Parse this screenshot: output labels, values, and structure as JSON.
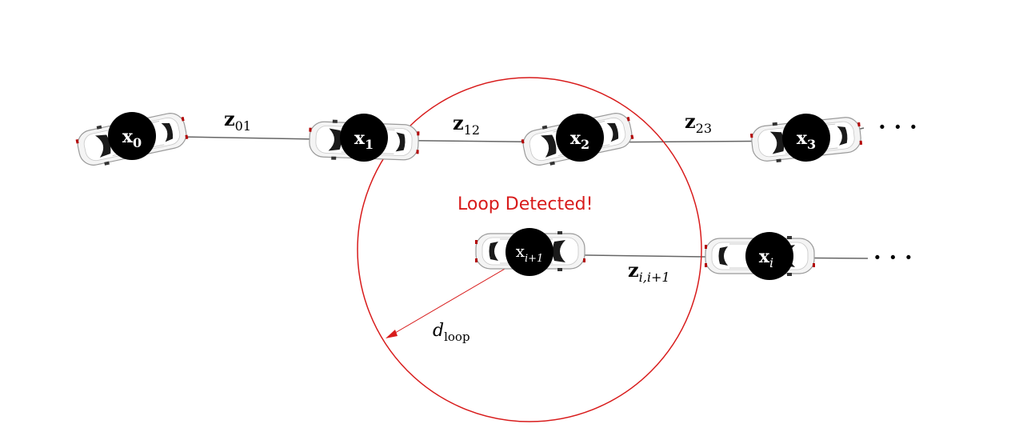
{
  "colors": {
    "background": "#ffffff",
    "edge": "#666666",
    "loop_accent": "#d81b1b",
    "node_fill": "#000000",
    "node_text": "#ffffff",
    "car_body": "#f2f2f2",
    "car_window": "#1a1a1a"
  },
  "loop": {
    "label": "Loop Detected!",
    "radius_label": {
      "main": "d",
      "sub": "loop"
    }
  },
  "nodes": [
    {
      "id": "x0",
      "main": "x",
      "sub": "0"
    },
    {
      "id": "x1",
      "main": "x",
      "sub": "1"
    },
    {
      "id": "x2",
      "main": "x",
      "sub": "2"
    },
    {
      "id": "x3",
      "main": "x",
      "sub": "3"
    },
    {
      "id": "xi1",
      "main": "x",
      "sub": "i+1"
    },
    {
      "id": "xi",
      "main": "x",
      "sub": "i"
    }
  ],
  "edges": [
    {
      "id": "z01",
      "main": "z",
      "sub": "01"
    },
    {
      "id": "z12",
      "main": "z",
      "sub": "12"
    },
    {
      "id": "z23",
      "main": "z",
      "sub": "23"
    },
    {
      "id": "zii1",
      "main": "z",
      "sub": "i,i+1"
    }
  ],
  "ellipsis": "· · ·"
}
